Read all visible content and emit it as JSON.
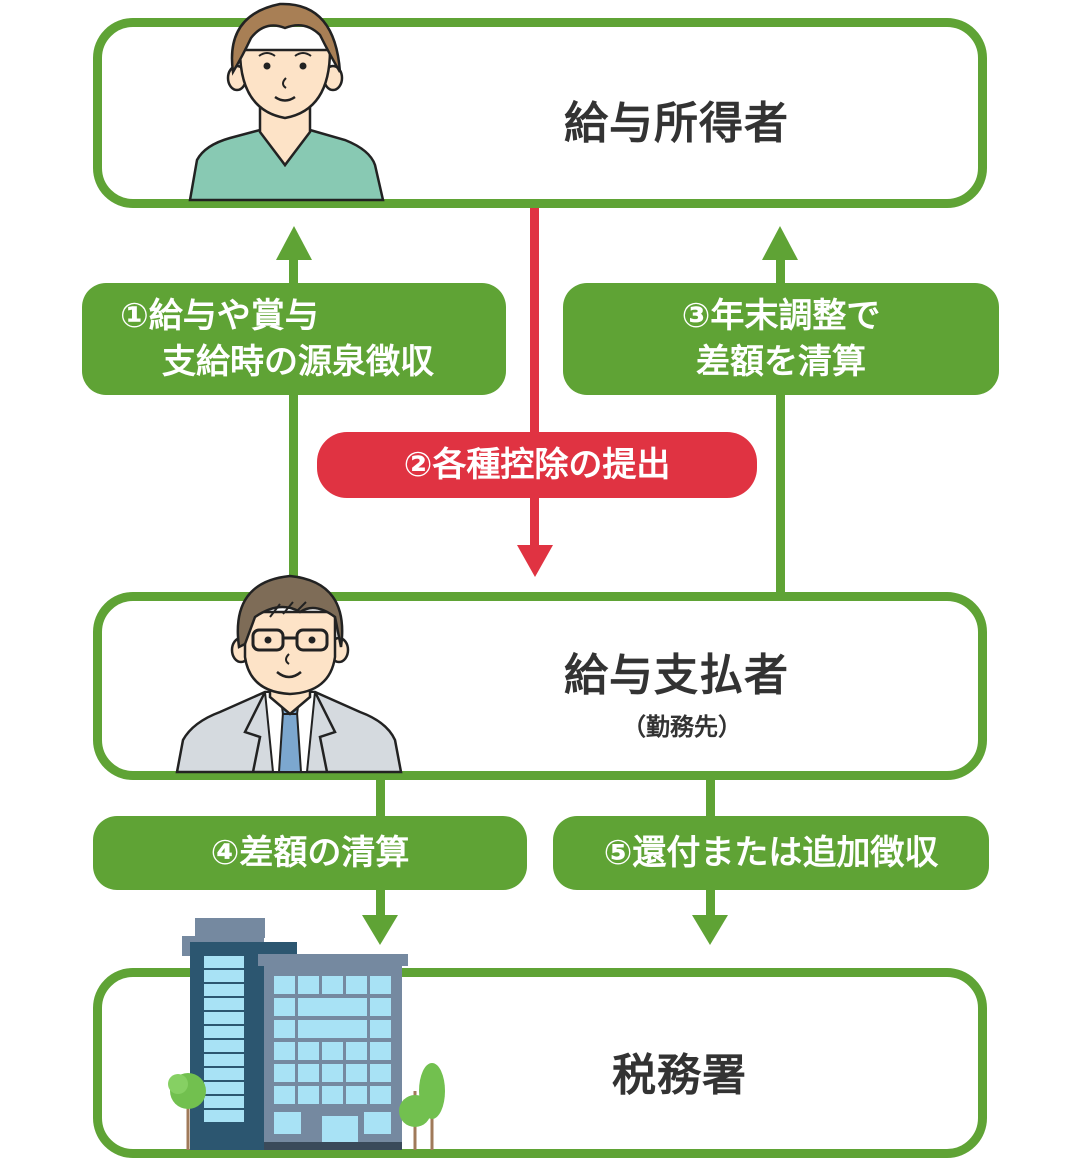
{
  "diagram": {
    "title": "年末調整の流れ",
    "nodes": {
      "employee": {
        "label": "給与所得者",
        "icon": "young-man-illustration"
      },
      "employer": {
        "label": "給与支払者",
        "sublabel": "（勤務先）",
        "icon": "businessman-illustration"
      },
      "tax_office": {
        "label": "税務署",
        "icon": "office-building-illustration"
      }
    },
    "steps": [
      {
        "number": "①",
        "line1": "①給与や賞与",
        "line2": "支給時の源泉徴収",
        "direction": "employer-to-employee",
        "color": "#5fa335"
      },
      {
        "number": "②",
        "text": "②各種控除の提出",
        "direction": "employee-to-employer",
        "color": "#e03342"
      },
      {
        "number": "③",
        "line1": "③年末調整で",
        "line2": "差額を清算",
        "direction": "employer-to-employee",
        "color": "#5fa335"
      },
      {
        "number": "④",
        "text": "④差額の清算",
        "direction": "employer-to-tax-office",
        "color": "#5fa335"
      },
      {
        "number": "⑤",
        "text": "⑤還付または追加徴収",
        "direction": "employer-to-tax-office",
        "color": "#5fa335"
      }
    ],
    "colors": {
      "primary": "#5fa335",
      "accent": "#e03342",
      "text": "#333333"
    }
  }
}
